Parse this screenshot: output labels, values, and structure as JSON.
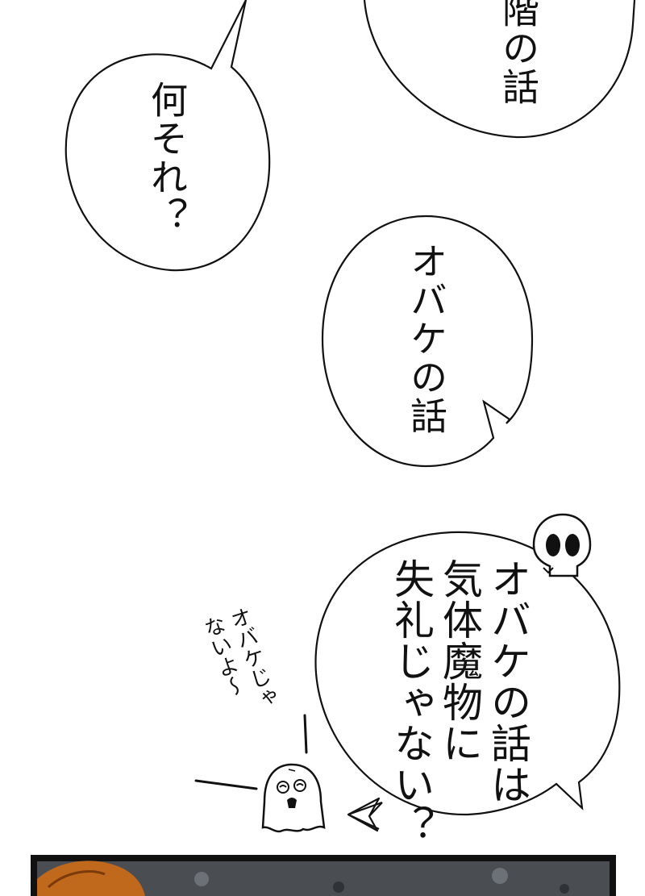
{
  "bubbles": {
    "top_right": {
      "text": "階の話"
    },
    "question": {
      "text": "何それ？"
    },
    "ghost_talk": {
      "text": "オバケの話"
    },
    "rude": {
      "lines": [
        "オバケの話は",
        "気体魔物に",
        "失礼じゃない？"
      ]
    }
  },
  "side_note": {
    "lines": [
      "オバケじゃ",
      "ないよ～"
    ]
  },
  "icons": [
    "skull-icon",
    "ghost-icon",
    "arrow-icon"
  ],
  "colors": {
    "ink": "#111111",
    "paper": "#ffffff",
    "panel_bg": "#4a4d52"
  }
}
